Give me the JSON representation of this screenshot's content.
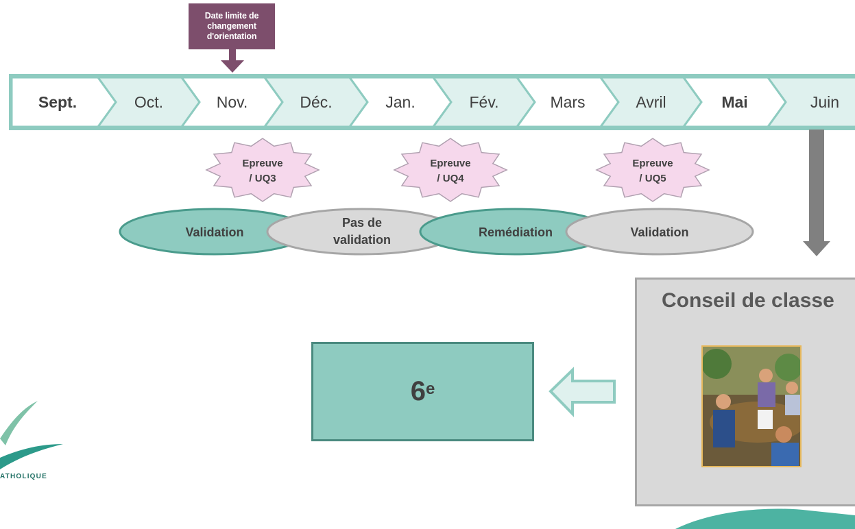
{
  "deadline": {
    "lines": [
      "Date limite de",
      "changement",
      "d'orientation"
    ]
  },
  "months": [
    "Sept.",
    "Oct.",
    "Nov.",
    "Déc.",
    "Jan.",
    "Fév.",
    "Mars",
    "Avril",
    "Mai",
    "Juin"
  ],
  "tests": [
    {
      "line1": "Epreuve",
      "line2": "/ UQ3"
    },
    {
      "line1": "Epreuve",
      "line2": "/ UQ4"
    },
    {
      "line1": "Epreuve",
      "line2": "/ UQ5"
    }
  ],
  "phases": [
    {
      "line1": "Validation",
      "line2": ""
    },
    {
      "line1": "Pas de",
      "line2": "validation"
    },
    {
      "line1": "Remédiation",
      "line2": ""
    },
    {
      "line1": "Validation",
      "line2": ""
    }
  ],
  "council": {
    "title": "Conseil de classe"
  },
  "result": {
    "base": "6",
    "sup": "e"
  },
  "logo": {
    "text": "ATHOLIQUE"
  },
  "colors": {
    "teal": "#8ecbc0",
    "teal_border": "#5fb5a6",
    "light_teal": "#dff1ee",
    "purple": "#7d4e6c",
    "pink": "#f6d8ec",
    "gray": "#d9d9d9",
    "dark_teal": "#4db3a2"
  }
}
